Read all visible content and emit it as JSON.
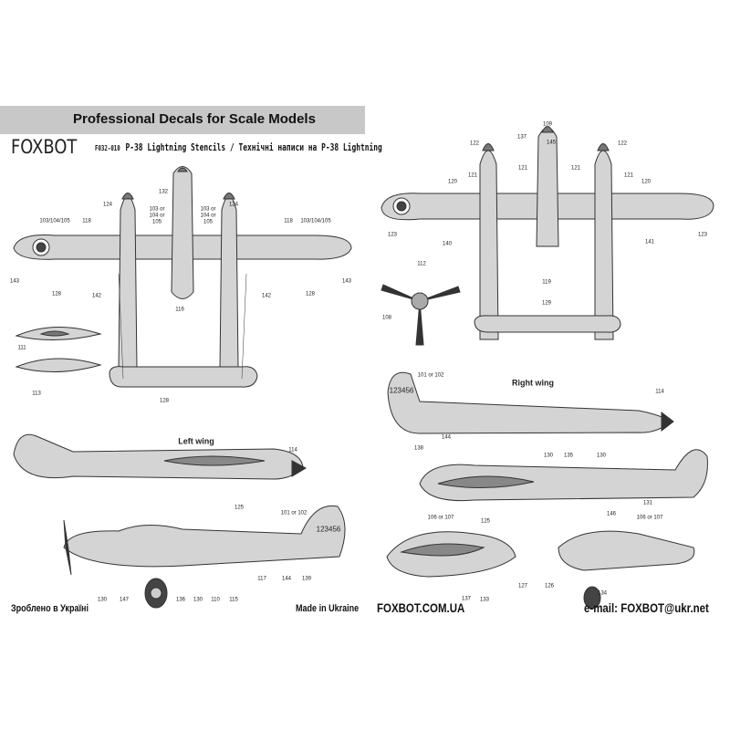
{
  "header": {
    "banner": "Professional Decals for Scale Models",
    "brand": "FOXBOT",
    "code": "F032-010",
    "title": "P-38 Lightning Stencils / Технічні написи на P-38 Lightning"
  },
  "views": {
    "left_wing": "Left wing",
    "right_wing": "Right wing",
    "serial": "123456"
  },
  "callouts": [
    "103/104/105",
    "118",
    "124",
    "132",
    "103 or\n104 or\n105",
    "103 or\n104 or\n105",
    "124",
    "118",
    "103/104/105",
    "143",
    "128",
    "142",
    "116",
    "142",
    "128",
    "143",
    "111",
    "113",
    "128",
    "109",
    "137",
    "145",
    "122",
    "122",
    "121",
    "121",
    "121",
    "121",
    "120",
    "120",
    "123",
    "140",
    "141",
    "123",
    "112",
    "108",
    "119",
    "129",
    "101 or 102",
    "114",
    "138",
    "144",
    "130",
    "135",
    "130",
    "131",
    "125",
    "106 or 107",
    "106 or 107",
    "146",
    "127",
    "137",
    "133",
    "126",
    "134",
    "114",
    "125",
    "101 or 102",
    "117",
    "144",
    "139",
    "130",
    "147",
    "136",
    "130",
    "110",
    "115"
  ],
  "footer": {
    "made_ua": "Зроблено в Україні",
    "made_en": "Made in Ukraine",
    "site": "FOXBOT.COM.UA",
    "email": "e-mail: FOXBOT@ukr.net"
  },
  "colors": {
    "aircraft": "#d4d4d4",
    "outline": "#333333",
    "banner": "#c8c8c8",
    "dark": "#555555"
  }
}
